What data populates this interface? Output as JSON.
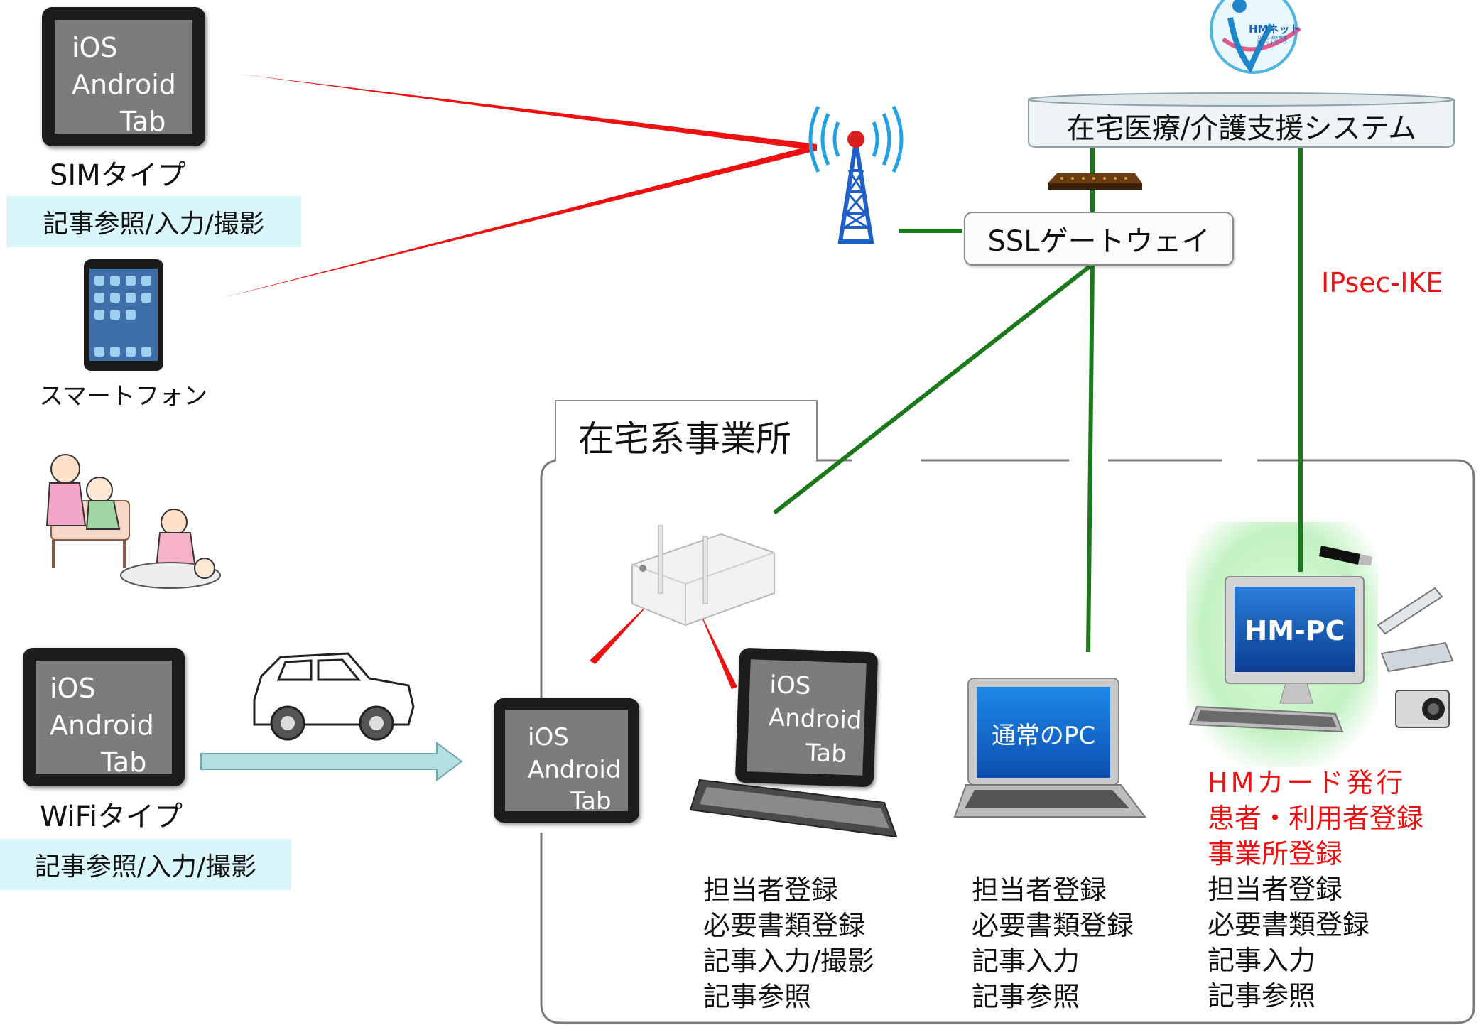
{
  "logo": {
    "text": "HMネット",
    "small_text": "ひろしま医療情報ネットワーク"
  },
  "system": {
    "label": "在宅医療/介護支援システム"
  },
  "gateway": {
    "label": "SSLゲートウェイ"
  },
  "ipsec": {
    "label": "IPsec-IKE"
  },
  "tablet_text": {
    "line1": "iOS",
    "line2": "Android",
    "line3": "Tab"
  },
  "sim": {
    "label": "SIMタイプ",
    "feature": "記事参照/入力/撮影"
  },
  "smartphone": {
    "label": "スマートフォン"
  },
  "wifi": {
    "label": "WiFiタイプ",
    "feature": "記事参照/入力/撮影"
  },
  "office": {
    "title": "在宅系事業所"
  },
  "normal_pc": {
    "screen_label": "通常のPC"
  },
  "hm_pc": {
    "screen_label": "HM-PC"
  },
  "lists": {
    "tablet_col": [
      "担当者登録",
      "必要書類登録",
      "記事入力/撮影",
      "記事参照"
    ],
    "pc_col": [
      "担当者登録",
      "必要書類登録",
      "記事入力",
      "記事参照"
    ],
    "hm_red": [
      "HMカード発行",
      "患者・利用者登録",
      "事業所登録"
    ],
    "hm_black": [
      "担当者登録",
      "必要書類登録",
      "記事入力",
      "記事参照"
    ]
  },
  "colors": {
    "green_link": "#1a7a1a",
    "red_link": "#ee1111",
    "highlight": "#ccf5cc",
    "cyan_box": "#d9f7fb"
  }
}
